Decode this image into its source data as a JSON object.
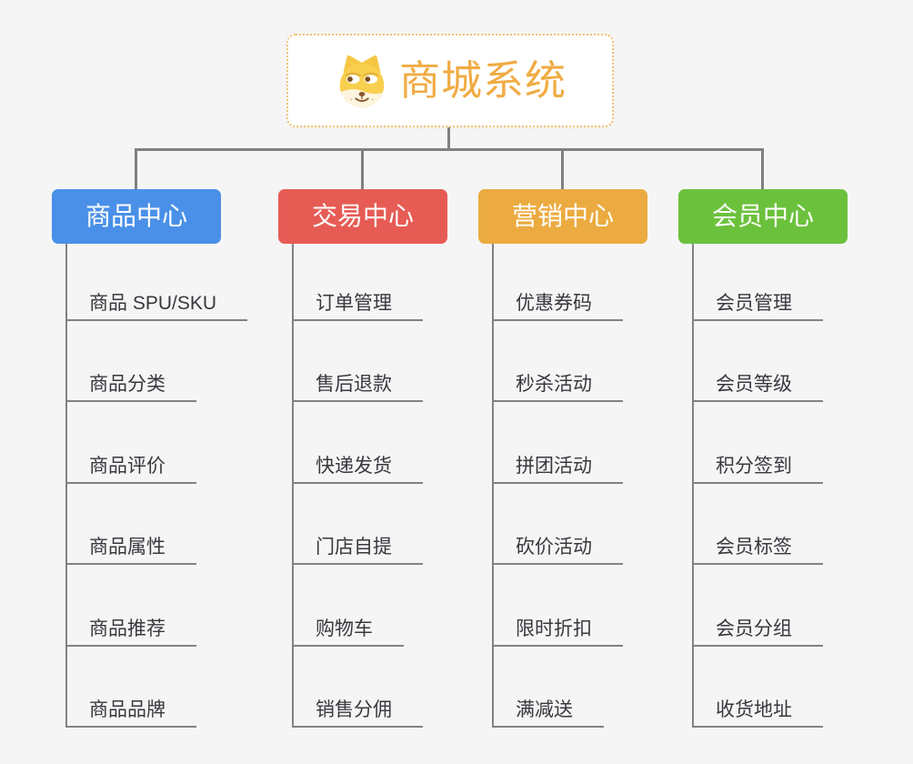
{
  "page": {
    "background": "#f5f5f6",
    "connector_color": "#828282"
  },
  "root": {
    "title": "商城系统",
    "icon": "doge-icon",
    "text_color": "#f0ab43",
    "border_color": "#f3c06e"
  },
  "branches": [
    {
      "label": "商品中心",
      "color": "#4a90e8",
      "leaves": [
        "商品 SPU/SKU",
        "商品分类",
        "商品评价",
        "商品属性",
        "商品推荐",
        "商品品牌"
      ]
    },
    {
      "label": "交易中心",
      "color": "#e65c55",
      "leaves": [
        "订单管理",
        "售后退款",
        "快递发货",
        "门店自提",
        "购物车",
        "销售分佣"
      ]
    },
    {
      "label": "营销中心",
      "color": "#ecab41",
      "leaves": [
        "优惠券码",
        "秒杀活动",
        "拼团活动",
        "砍价活动",
        "限时折扣",
        "满减送"
      ]
    },
    {
      "label": "会员中心",
      "color": "#6cc13c",
      "leaves": [
        "会员管理",
        "会员等级",
        "积分签到",
        "会员标签",
        "会员分组",
        "收货地址"
      ]
    }
  ]
}
